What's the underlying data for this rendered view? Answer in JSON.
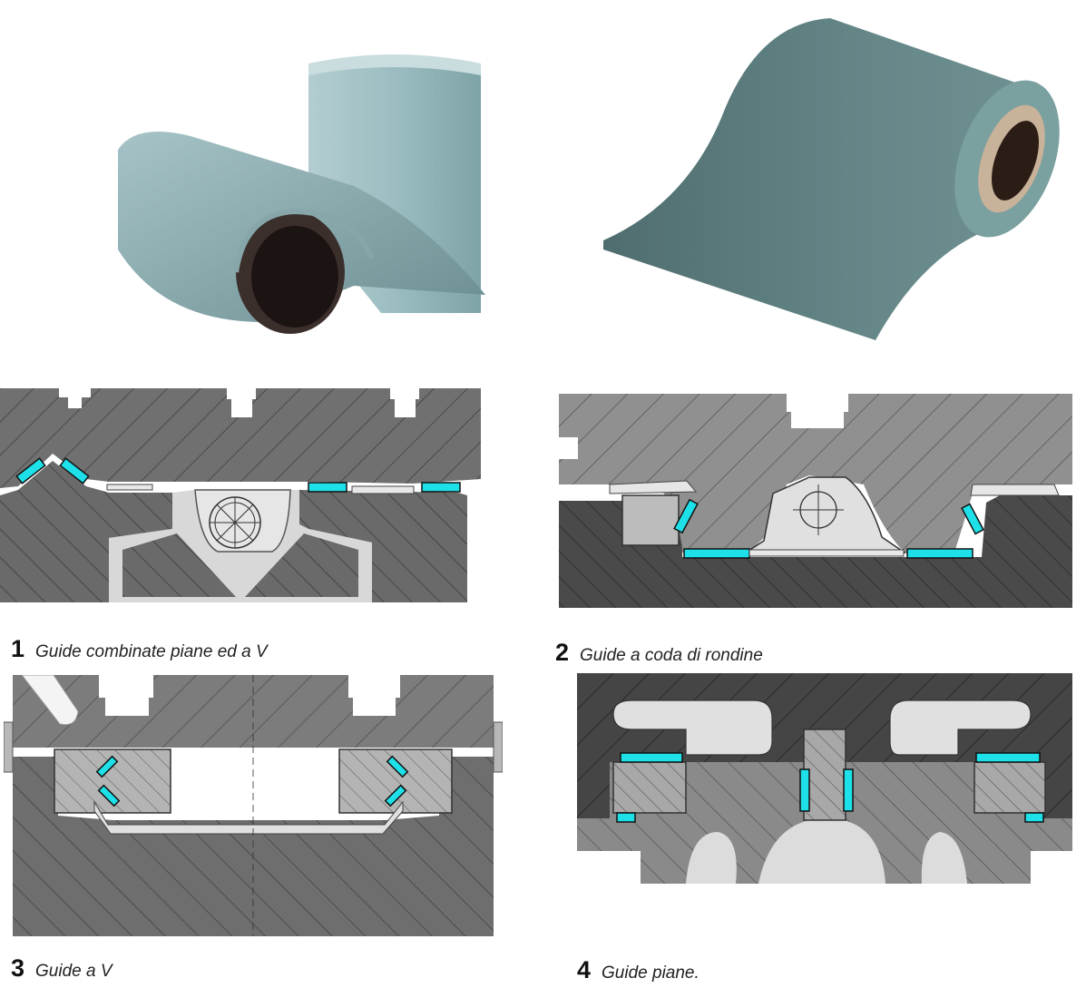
{
  "colors": {
    "hatch_dark": "#666666",
    "hatch_mid": "#8a8a8a",
    "cavity": "#dcdcdc",
    "liner": "#1ee0e8",
    "roll_light": "#8fb2b6",
    "roll_dark": "#5d7b7c"
  },
  "photos": {
    "left_roll": "rolled-liner-sheet-photo",
    "right_roll": "rolled-liner-sheet-photo"
  },
  "figures": [
    {
      "number": "1",
      "caption": "Guide combinate piane ed a V"
    },
    {
      "number": "2",
      "caption": "Guide a coda di rondine"
    },
    {
      "number": "3",
      "caption": "Guide a V"
    },
    {
      "number": "4",
      "caption": "Guide piane."
    }
  ]
}
